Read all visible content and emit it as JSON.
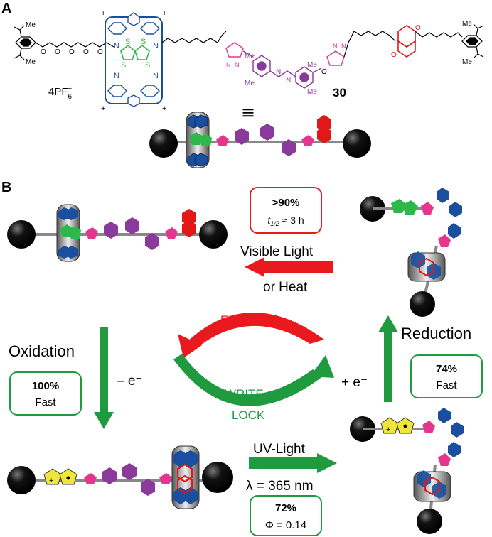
{
  "panel_a": {
    "label": "A",
    "counterion": "4PF",
    "counterion_sub": "6",
    "counterion_sup": "–",
    "compound_number": "30",
    "equivalence": "|||",
    "atoms": {
      "N": "N",
      "S": "S",
      "O": "O",
      "Me": "Me",
      "iPr": "Me",
      "plus": "+"
    }
  },
  "panel_b": {
    "label": "B",
    "erase_box": {
      "percent": ">90%",
      "halflife_sym": "t",
      "halflife_sub": "1/2",
      "halflife_rest": " ≈ 3 h"
    },
    "visible_light": "Visible Light",
    "or_heat": "or Heat",
    "erase": "ERASE",
    "write": "WRITE",
    "lock": "LOCK",
    "oxidation": "Oxidation",
    "oxidation_electron": "– e⁻",
    "oxidation_box": {
      "percent": "100%",
      "speed": "Fast"
    },
    "reduction": "Reduction",
    "reduction_electron": "+ e⁻",
    "reduction_box": {
      "percent": "74%",
      "speed": "Fast"
    },
    "uv_light": "UV-Light",
    "wavelength": "λ = 365 nm",
    "uv_box": {
      "percent": "72%",
      "quantum_yield": "Φ = 0.14"
    }
  },
  "colors": {
    "green_arrow": "#1f9a3f",
    "red_arrow": "#e8191f",
    "box_red": "#e8191f",
    "box_green": "#1f9a3f",
    "ring_blue": "#1a4fa0",
    "ttf_green": "#2fb84a",
    "azo_purple": "#8a3a9a",
    "triazole_pink": "#e6358f",
    "naphthalene_red": "#e01818",
    "tfv_yellow": "#f0e63a"
  }
}
